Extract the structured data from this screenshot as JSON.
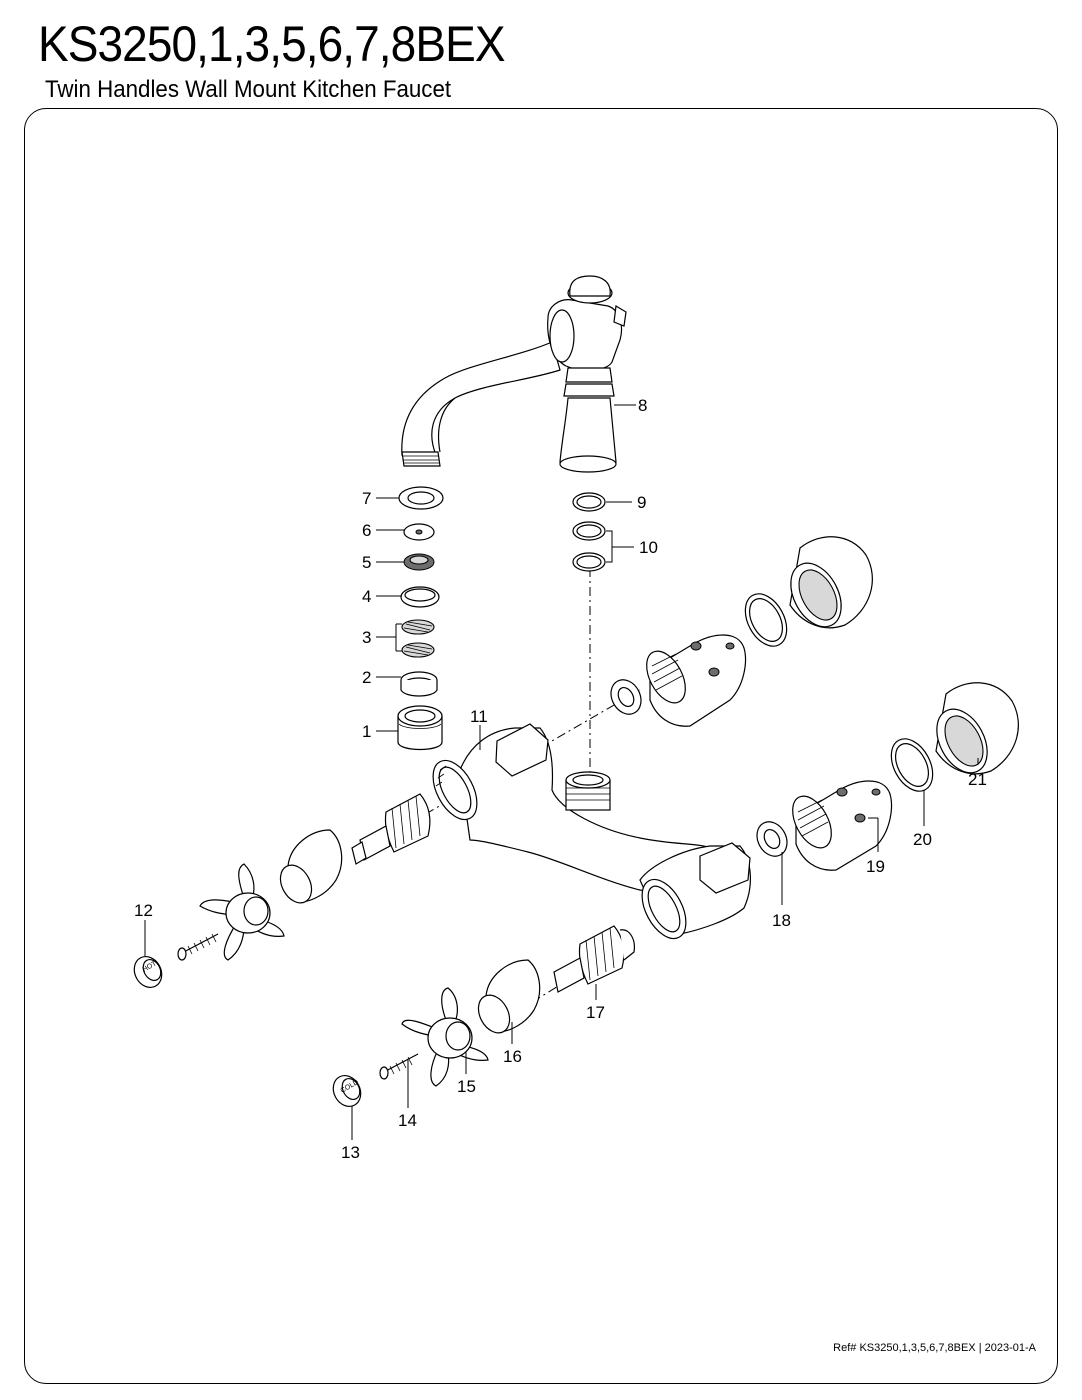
{
  "header": {
    "model": "KS3250,1,3,5,6,7,8BEX",
    "description": "Twin Handles Wall Mount Kitchen Faucet"
  },
  "footer": {
    "reference": "Ref# KS3250,1,3,5,6,7,8BEX | 2023-01-A"
  },
  "diagram": {
    "callouts": [
      "1",
      "2",
      "3",
      "4",
      "5",
      "6",
      "7",
      "8",
      "9",
      "10",
      "11",
      "12",
      "13",
      "14",
      "15",
      "16",
      "17",
      "18",
      "19",
      "20",
      "21"
    ],
    "cap_labels": {
      "hot": "HOT",
      "cold": "COLD"
    }
  }
}
